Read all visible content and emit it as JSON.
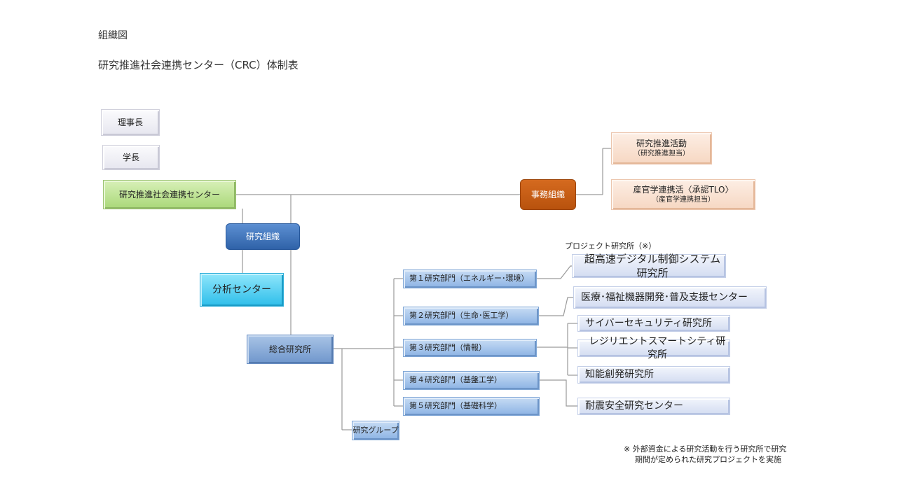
{
  "page": {
    "label": "組織図",
    "title": "研究推進社会連携センター（CRC）体制表"
  },
  "leaders": {
    "chairman": "理事長",
    "president": "学長"
  },
  "crc": "研究推進社会連携センター",
  "admin": {
    "title": "事務組織",
    "research_promotion": {
      "main": "研究推進活動",
      "sub": "（研究推進担当）"
    },
    "industry": {
      "main": "産官学連携活〈承認TLO〉",
      "sub": "（産官学連携担当）"
    }
  },
  "research_org": "研究組織",
  "analysis_center": "分析センター",
  "general_institute": "総合研究所",
  "research_group": "研究グループ",
  "divisions": [
    "第１研究部門（エネルギー･環境）",
    "第２研究部門（生命･医工学）",
    "第３研究部門（情報）",
    "第４研究部門（基盤工学）",
    "第５研究部門（基礎科学）"
  ],
  "project_label": "プロジェクト研究所（※）",
  "projects": [
    "超高速デジタル制御システム研究所",
    "医療･福祉機器開発･普及支援センター",
    "サイバーセキュリティ研究所",
    "レジリエントスマートシティ研究所",
    "知能創発研究所",
    "耐震安全研究センター"
  ],
  "note": {
    "line1": "※ 外部資金による研究活動を行う研究所で研究",
    "line2": "期間が定められた研究プロジェクトを実施"
  },
  "colors": {
    "crc": "#b8e08c",
    "admin": "#c55a11",
    "research_org": "#3a6fb7",
    "analysis": "#4fcdf2",
    "general": "#7da2d6",
    "division": "#a9c8ee",
    "project": "#dde4f5",
    "admin_child": "#fbe1d2",
    "line": "#9a9a9a"
  }
}
